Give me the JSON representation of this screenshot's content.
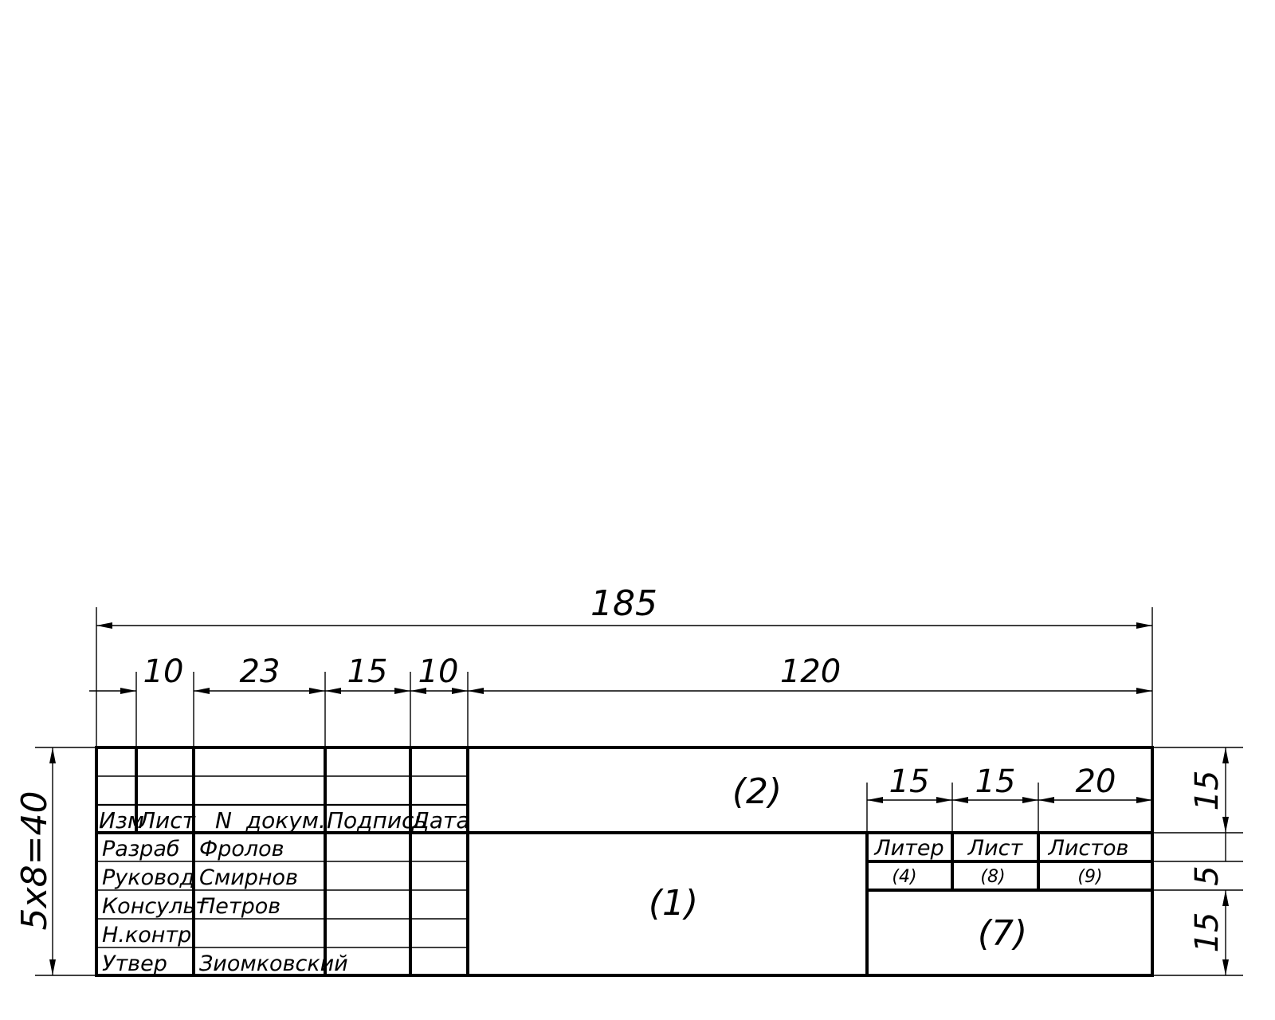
{
  "dimensions": {
    "total_width": "185",
    "col_izm_list": "10",
    "col_doc": "23",
    "col_sign": "15",
    "col_date": "10",
    "col_main": "120",
    "col_liter": "15",
    "col_list": "15",
    "col_listov": "20",
    "height_total": "5x8=40",
    "row_top": "15",
    "row_mid": "5",
    "row_bottom": "15"
  },
  "header": {
    "izm": "Изм",
    "list": "Лист",
    "n_dokum": "N  докум.",
    "podpis": "Подпись",
    "data": "Дата"
  },
  "roles": [
    {
      "role": "Разраб",
      "name": "Фролов"
    },
    {
      "role": "Руковод",
      "name": "Смирнов"
    },
    {
      "role": "Консульт",
      "name": "Петров"
    },
    {
      "role": "Н.контр",
      "name": ""
    },
    {
      "role": "Утвер",
      "name": "Зиомковский"
    }
  ],
  "fields": {
    "f1": "(1)",
    "f2": "(2)",
    "f7": "(7)",
    "f4": "(4)",
    "f8": "(8)",
    "f9": "(9)"
  },
  "side_table": {
    "liter": "Литер",
    "list": "Лист",
    "listov": "Листов"
  }
}
